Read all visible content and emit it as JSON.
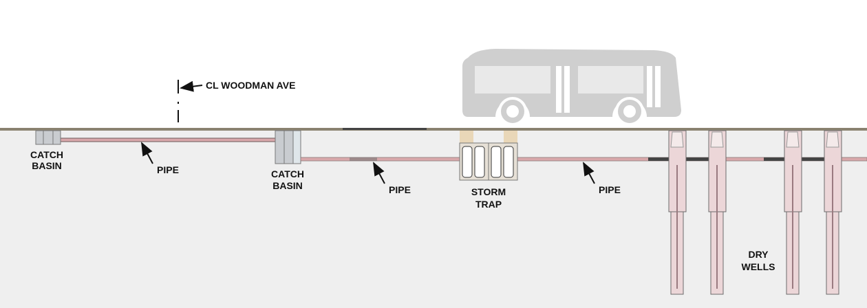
{
  "title": "Storm water system cross-section",
  "labels": {
    "centerline": "CL WOODMAN AVE",
    "catch_basin_1": [
      "CATCH",
      "BASIN"
    ],
    "pipe_1": "PIPE",
    "catch_basin_2": [
      "CATCH",
      "BASIN"
    ],
    "pipe_2": "PIPE",
    "storm_trap": [
      "STORM",
      "TRAP"
    ],
    "pipe_3": "PIPE",
    "dry_wells": [
      "DRY",
      "WELLS"
    ]
  },
  "colors": {
    "ground": "#efefef",
    "ground_line": "#8a8270",
    "pipe": "#d9a8ab",
    "bus": "#cfcfcf",
    "structure": "#c9ccd0",
    "storm_trap": "#e6e0d6"
  }
}
